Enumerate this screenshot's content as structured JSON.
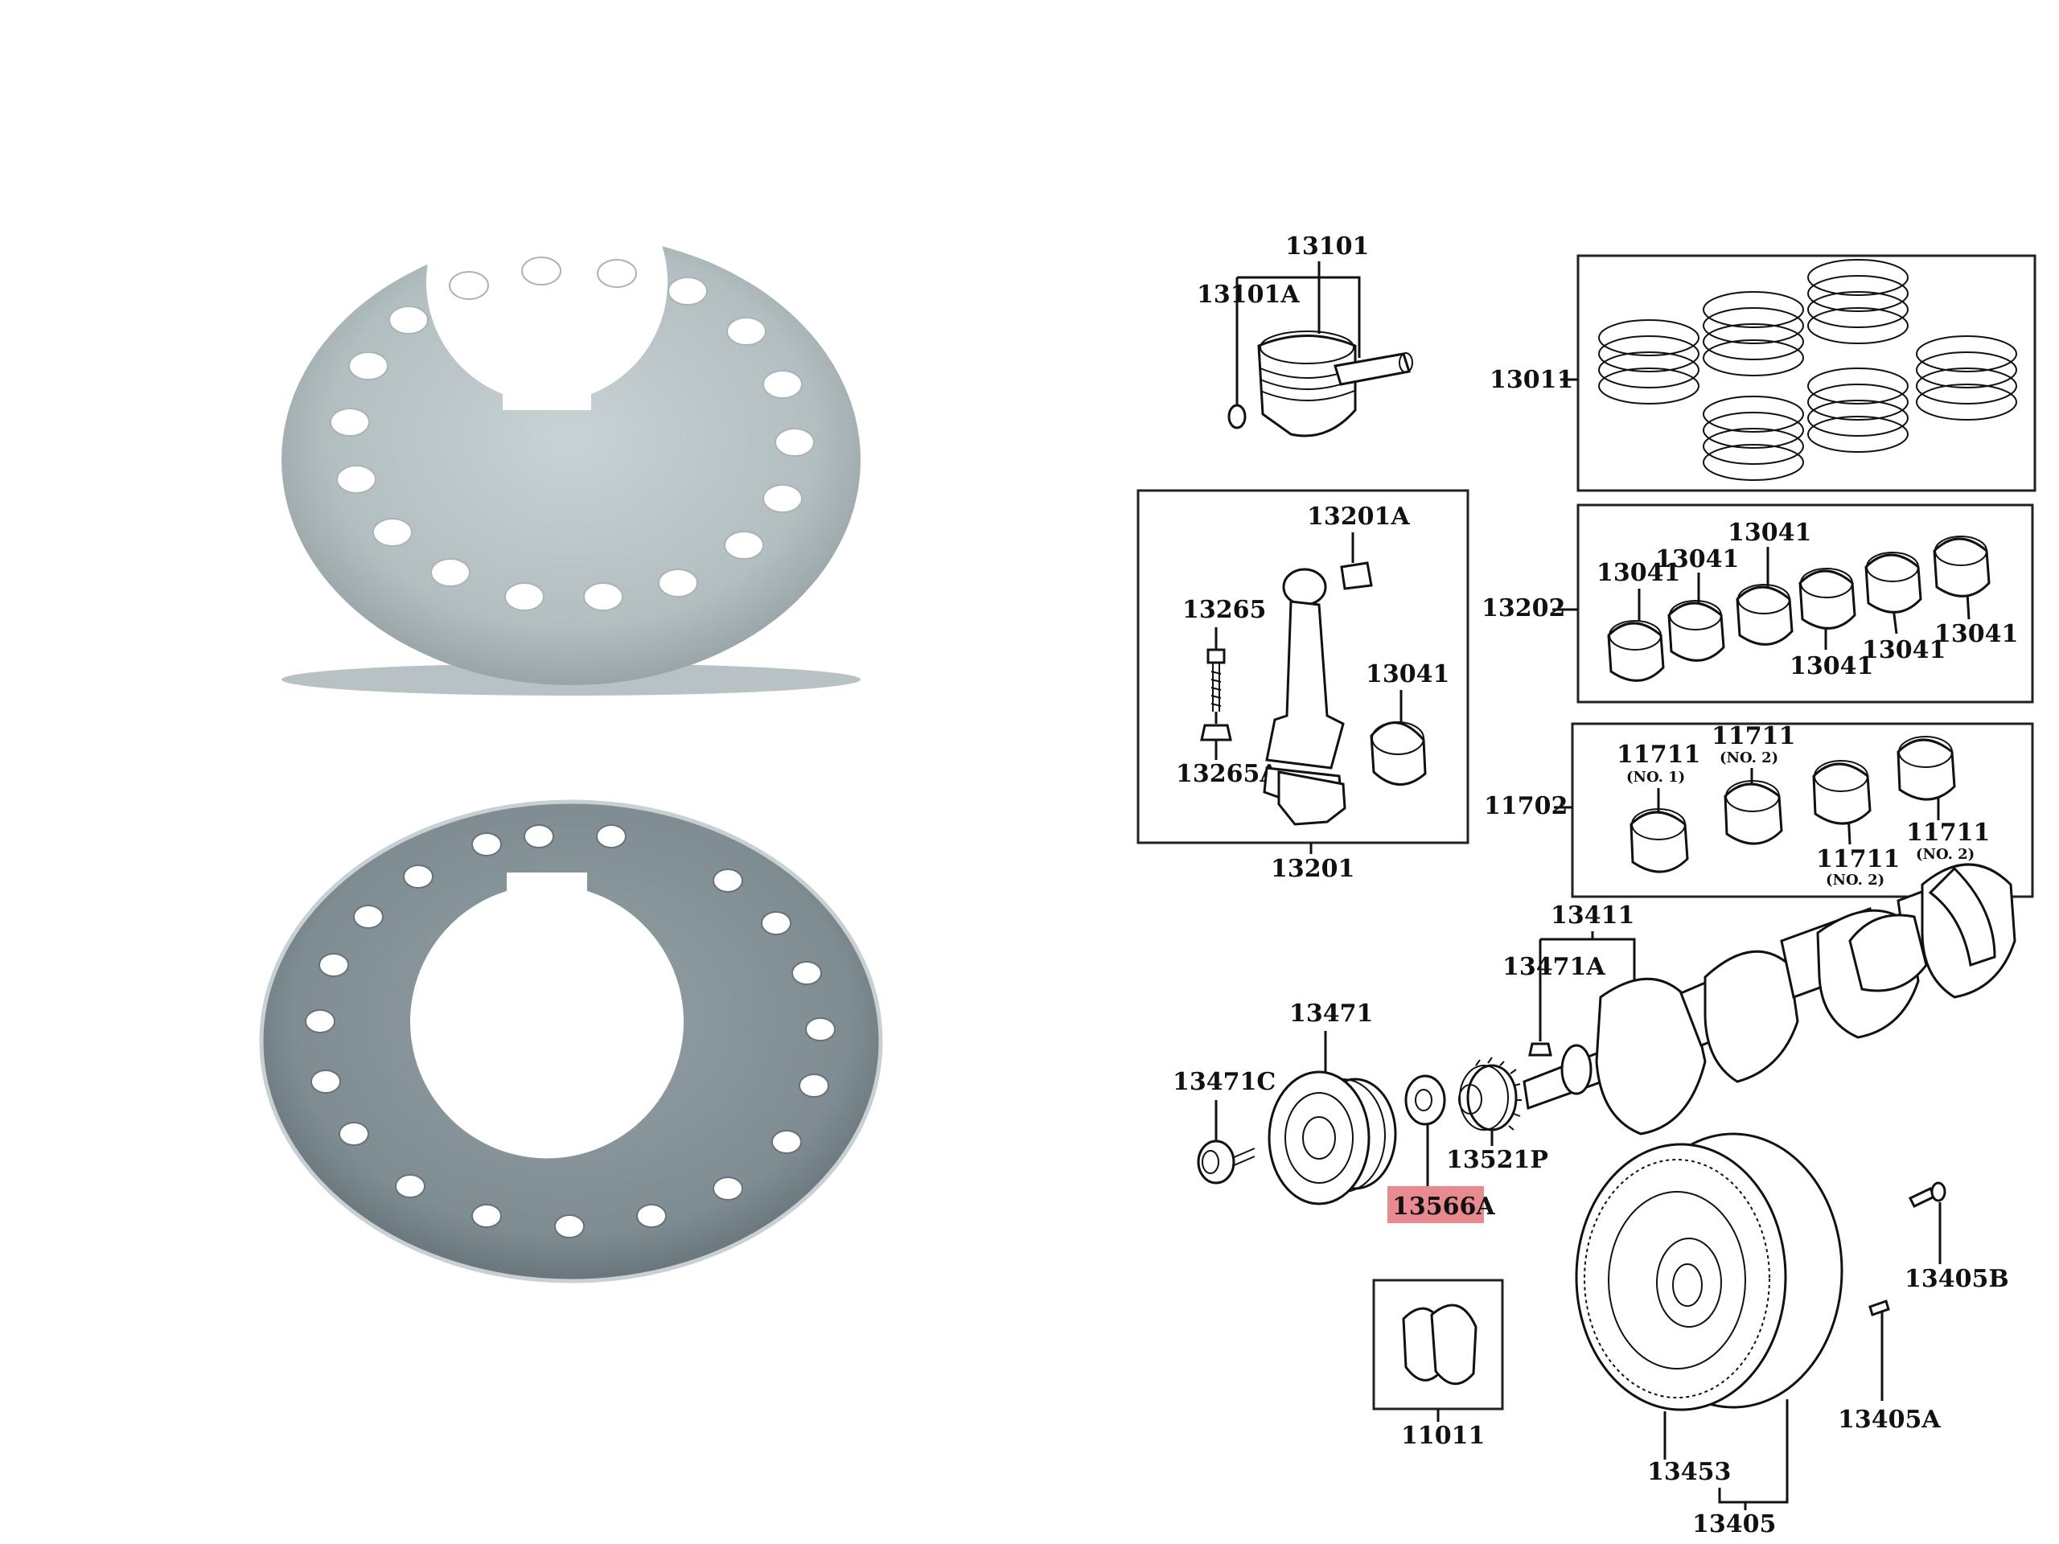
{
  "diagram": {
    "highlight_color": "#e88a8f",
    "labels": {
      "p13101": "13101",
      "p13101A": "13101A",
      "p13011": "13011",
      "p13201A": "13201A",
      "p13265": "13265",
      "p13041_rod": "13041",
      "p13265A": "13265A",
      "p13201": "13201",
      "p13202": "13202",
      "p13041_a": "13041",
      "p13041_b": "13041",
      "p13041_c": "13041",
      "p13041_d": "13041",
      "p13041_e": "13041",
      "p13041_f": "13041",
      "p11702": "11702",
      "p11711_a": "11711",
      "p11711_b": "11711",
      "p11711_c": "11711",
      "p11711_d": "11711",
      "no1": "(NO. 1)",
      "no2_a": "(NO. 2)",
      "no2_b": "(NO. 2)",
      "no2_c": "(NO. 2)",
      "p13411": "13411",
      "p13471A": "13471A",
      "p13471": "13471",
      "p13471C": "13471C",
      "p13521P": "13521P",
      "p13566A": "13566A",
      "p11011": "11011",
      "p13453": "13453",
      "p13405": "13405",
      "p13405A": "13405A",
      "p13405B": "13405B"
    }
  }
}
